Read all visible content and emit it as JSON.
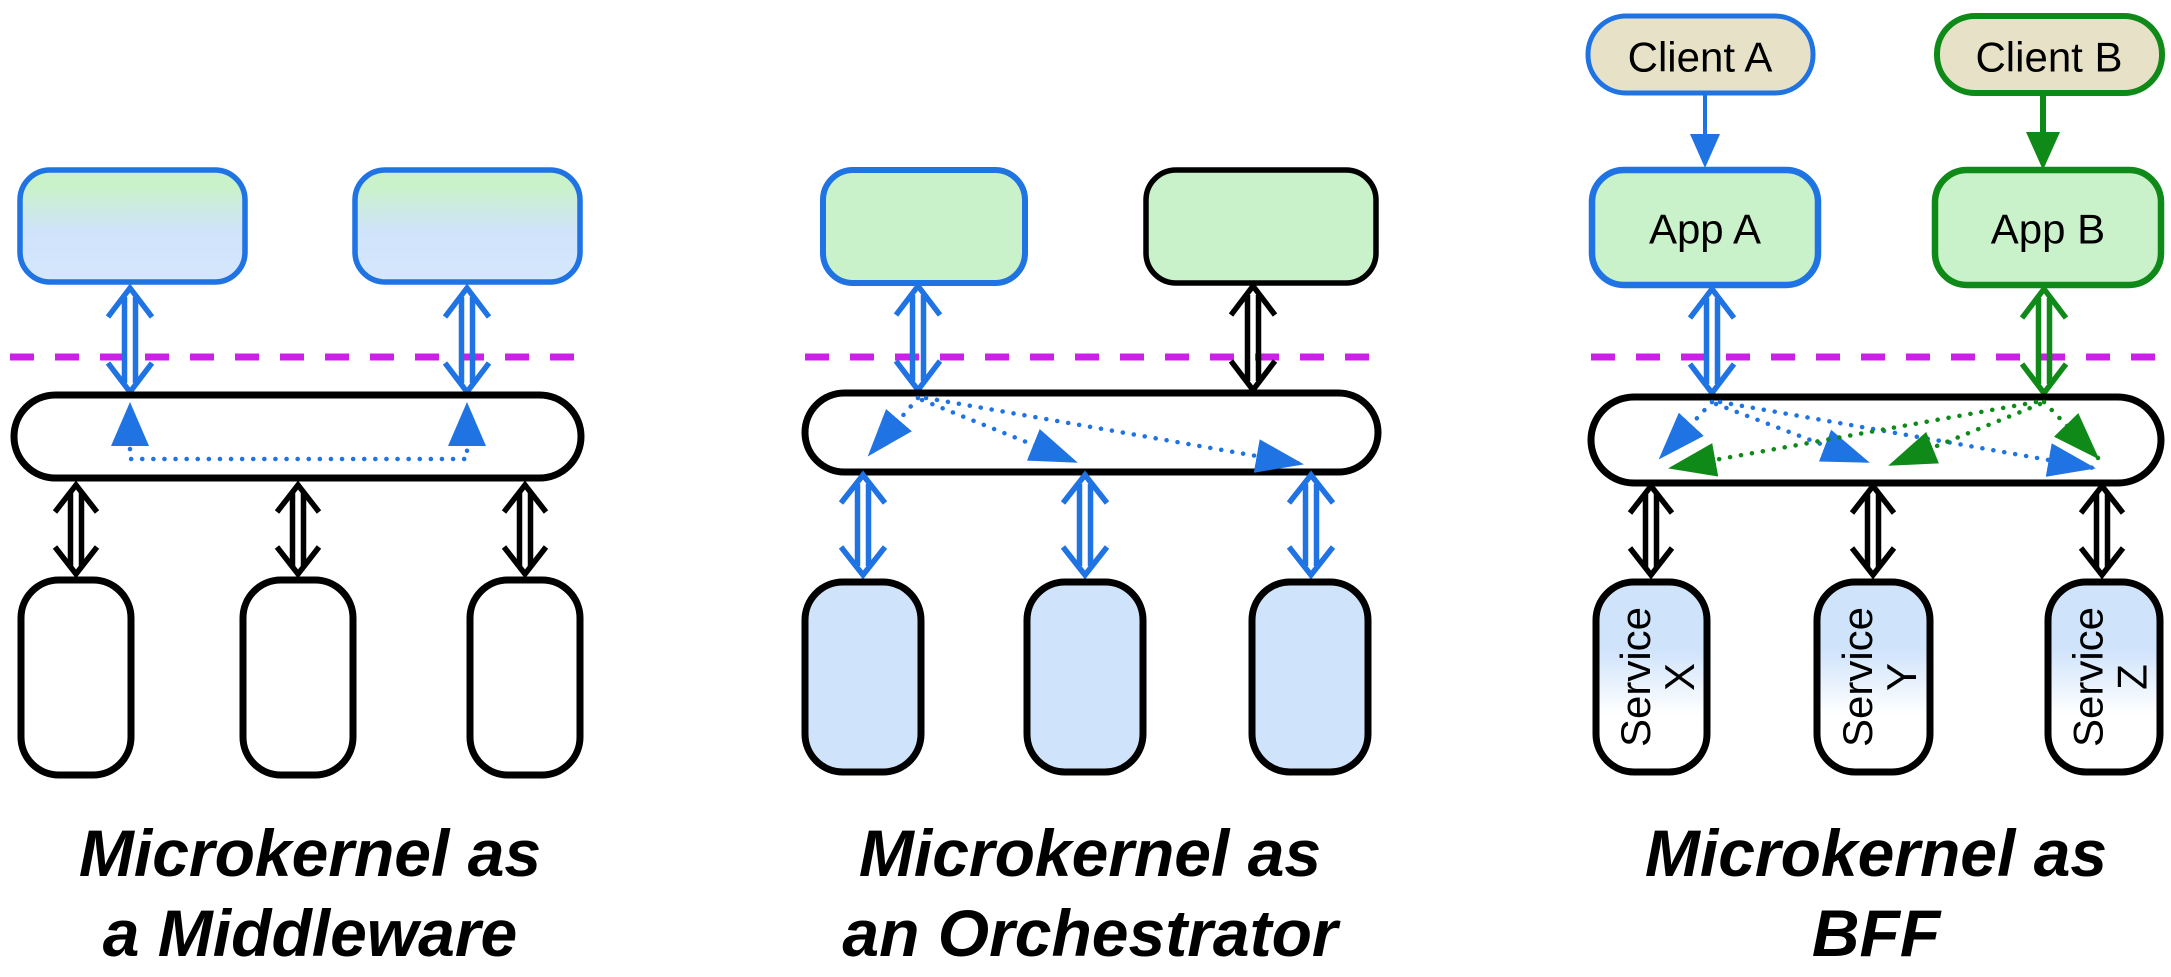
{
  "figure": {
    "description_colors": {
      "accent_blue": "#1f73e3",
      "accent_green": "#0f8a18",
      "boundary_magenta": "#cc1fe8",
      "fill_light_green": "#c9f2ca",
      "fill_light_blue": "#cfe3fb",
      "fill_tan": "#e6e1c7",
      "stroke_black": "#000000"
    }
  },
  "panels": [
    {
      "id": "middleware",
      "title_line1": "Microkernel as",
      "title_line2": "a Middleware"
    },
    {
      "id": "orchestrator",
      "title_line1": "Microkernel as",
      "title_line2": "an Orchestrator"
    },
    {
      "id": "bff",
      "title_line1": "Microkernel as",
      "title_line2": "BFF",
      "clients": [
        {
          "label": "Client A"
        },
        {
          "label": "Client B"
        }
      ],
      "apps": [
        {
          "label": "App A"
        },
        {
          "label": "App B"
        }
      ],
      "services": [
        {
          "word": "Service",
          "letter": "X"
        },
        {
          "word": "Service",
          "letter": "Y"
        },
        {
          "word": "Service",
          "letter": "Z"
        }
      ]
    }
  ]
}
